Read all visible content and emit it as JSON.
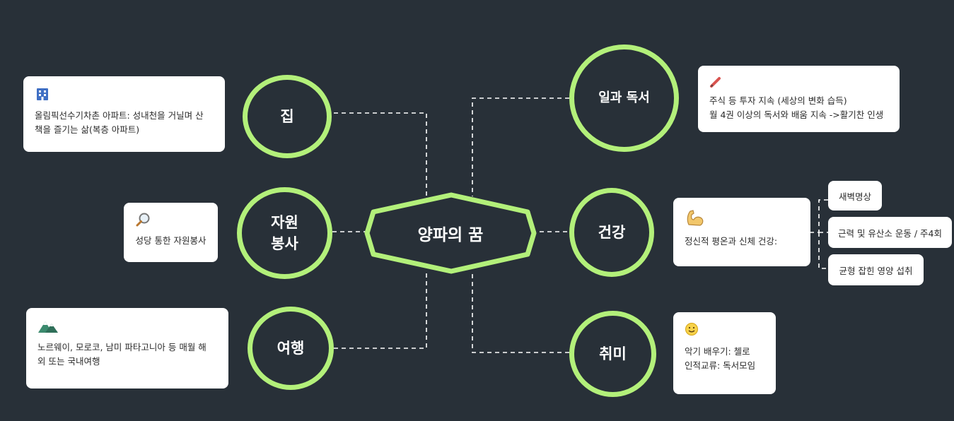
{
  "center": {
    "label": "양파의 꿈"
  },
  "nodes": {
    "house": {
      "label": "집",
      "card_icon": "building-icon",
      "card_text": "올림픽선수기차촌 아파트: 성내천을 거닐며 산\n책을 즐기는 삶(복층 아파트)"
    },
    "volunteer": {
      "label": "자원\n봉사",
      "card_icon": "magnifier-icon",
      "card_text": "성당 통한 자원봉사"
    },
    "travel": {
      "label": "여행",
      "card_icon": "mountain-icon",
      "card_text": "노르웨이, 모로코, 남미 파타고니아 등 매월 해\n외 또는 국내여행"
    },
    "work": {
      "label": "일과 독서",
      "card_icon": "pencil-icon",
      "card_text": "주식 등 투자 지속 (세상의 변화 습득)\n월 4권 이상의 독서와 배움 지속 ->활기찬 인생"
    },
    "health": {
      "label": "건강",
      "card_icon": "flexed-bicep-icon",
      "card_text": "정신적 평온과 신체 건강:",
      "sub_items": [
        "새벽명상",
        "근력 및 유산소 운동 / 주4회",
        "균형 잡힌 영양 섭취"
      ]
    },
    "hobby": {
      "label": "취미",
      "card_icon": "smiley-icon",
      "card_text": "악기 배우기: 첼로\n인적교류: 독서모임"
    }
  },
  "colors": {
    "background": "#283038",
    "accent": "#b3f07a",
    "card": "#ffffff",
    "connector": "#ffffff"
  }
}
